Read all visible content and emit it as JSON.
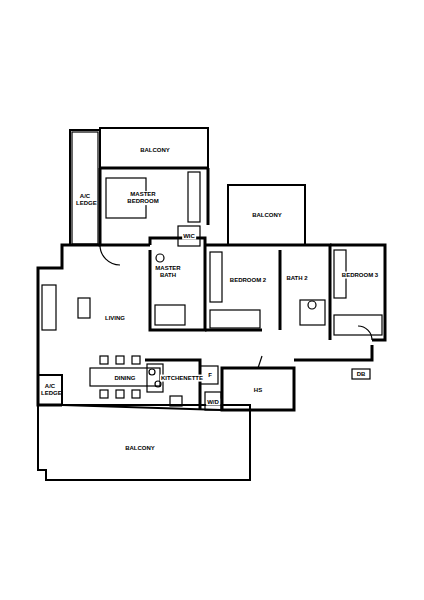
{
  "diagram": {
    "labels": [
      "BALCONY",
      "A/C LEDGE",
      "MASTER BEDROOM",
      "BALCONY",
      "WIC",
      "MASTER BATH",
      "BEDROOM 2",
      "BATH 2",
      "BEDROOM 3",
      "LIVING",
      "DINING",
      "KITCHENETTE",
      "F",
      "HS",
      "DB",
      "A/C LEDGE",
      "W/D",
      "BALCONY"
    ]
  }
}
